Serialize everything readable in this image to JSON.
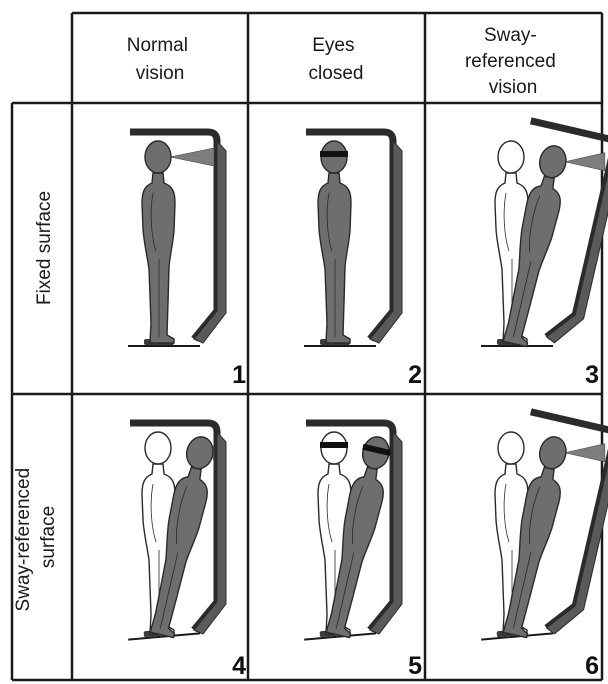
{
  "columns": [
    {
      "lines": [
        "Normal",
        "vision"
      ]
    },
    {
      "lines": [
        "Eyes",
        "closed"
      ]
    },
    {
      "lines": [
        "Sway-",
        "referenced",
        "vision"
      ]
    }
  ],
  "rows": [
    {
      "lines": [
        "Fixed surface"
      ]
    },
    {
      "lines": [
        "Sway-referenced",
        "surface"
      ]
    }
  ],
  "conditions": [
    {
      "number": "1",
      "eyes": "open",
      "body_sway": false,
      "surface_sway": false,
      "surround_sway": false
    },
    {
      "number": "2",
      "eyes": "closed",
      "body_sway": false,
      "surface_sway": false,
      "surround_sway": false
    },
    {
      "number": "3",
      "eyes": "open",
      "body_sway": true,
      "surface_sway": false,
      "surround_sway": true
    },
    {
      "number": "4",
      "eyes": "open",
      "body_sway": true,
      "surface_sway": true,
      "surround_sway": false
    },
    {
      "number": "5",
      "eyes": "closed",
      "body_sway": true,
      "surface_sway": true,
      "surround_sway": false
    },
    {
      "number": "6",
      "eyes": "open",
      "body_sway": true,
      "surface_sway": true,
      "surround_sway": true
    }
  ],
  "colors": {
    "figure_fill": "#6e6e6e",
    "figure_outline": "#2a2a2a",
    "ghost_fill": "#ffffff",
    "surround": "#2b2b2b",
    "surround_side": "#5a5a5a",
    "gaze": "#7d7d7d"
  }
}
